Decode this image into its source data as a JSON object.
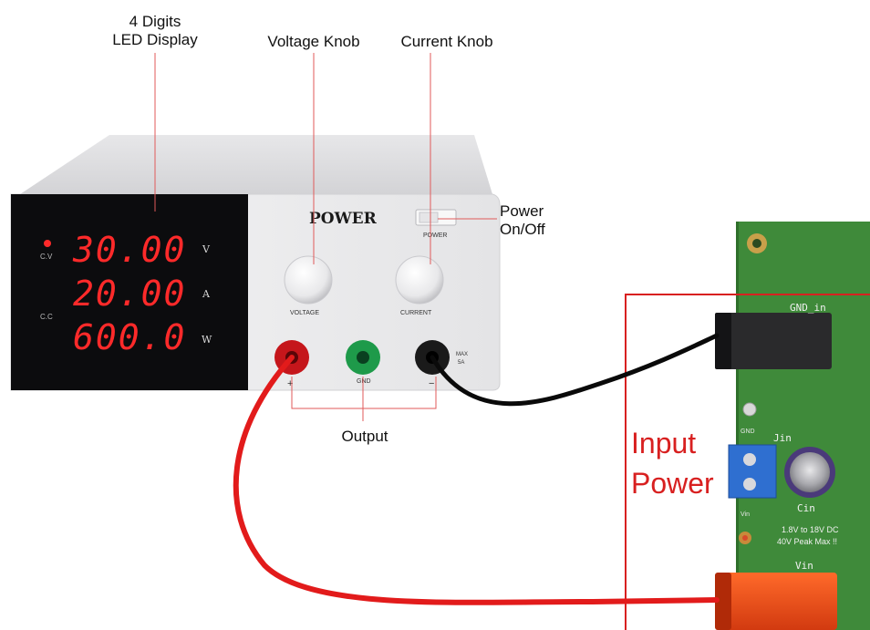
{
  "callouts": {
    "display_line1": "4 Digits",
    "display_line2": "LED Display",
    "voltage_knob": "Voltage Knob",
    "current_knob": "Current Knob",
    "power_line1": "Power",
    "power_line2": "On/Off",
    "output": "Output"
  },
  "psu": {
    "brand": "POWER",
    "power_switch_label": "POWER",
    "voltage_label": "VOLTAGE",
    "current_label": "CURRENT",
    "gnd_label": "GND",
    "max_label_line1": "MAX",
    "max_label_line2": "5A",
    "cv_label": "C.V",
    "cc_label": "C.C",
    "readings": [
      {
        "value": "30.00",
        "unit": "V"
      },
      {
        "value": "20.00",
        "unit": "A"
      },
      {
        "value": "600.0",
        "unit": "W"
      }
    ],
    "plus_sign": "+",
    "minus_sign": "−"
  },
  "board": {
    "region_line1": "Input",
    "region_line2": "Power",
    "gnd_in": "GND_in",
    "gnd_small": "GND",
    "jin": "Jin",
    "cin": "Cin",
    "vin_small": "Vin",
    "spec_line1": "1.8V to 18V DC",
    "spec_line2": "40V Peak Max !!",
    "vin_top": "Vin"
  },
  "colors": {
    "led_red": "#ff2a2a",
    "board_green": "#3f8a3a",
    "wire_red": "#e21b1b",
    "wire_black": "#0a0a0a",
    "highlight_red": "#d82020"
  }
}
